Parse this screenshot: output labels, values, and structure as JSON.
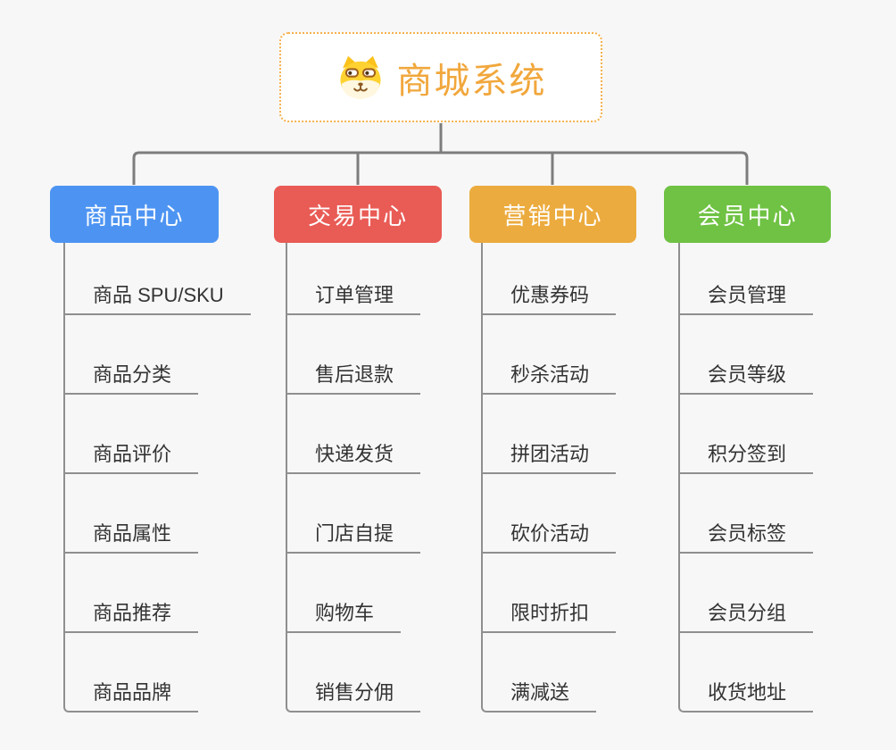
{
  "root": {
    "title": "商城系统",
    "icon": "dog-face-icon"
  },
  "branches": [
    {
      "label": "商品中心",
      "color": "#4d94f2",
      "children": [
        "商品 SPU/SKU",
        "商品分类",
        "商品评价",
        "商品属性",
        "商品推荐",
        "商品品牌"
      ]
    },
    {
      "label": "交易中心",
      "color": "#e95b55",
      "children": [
        "订单管理",
        "售后退款",
        "快递发货",
        "门店自提",
        "购物车",
        "销售分佣"
      ]
    },
    {
      "label": "营销中心",
      "color": "#ecab3e",
      "children": [
        "优惠券码",
        "秒杀活动",
        "拼团活动",
        "砍价活动",
        "限时折扣",
        "满减送"
      ]
    },
    {
      "label": "会员中心",
      "color": "#6fc243",
      "children": [
        "会员管理",
        "会员等级",
        "积分签到",
        "会员标签",
        "会员分组",
        "收货地址"
      ]
    }
  ],
  "style": {
    "background": "#f7f7f7",
    "connector_color": "#7d7d7d",
    "leaf_line_color": "#8f8f8f",
    "leaf_text_color": "#333333",
    "root_text_color": "#f1a73c",
    "root_border_color": "#f5b14c"
  }
}
